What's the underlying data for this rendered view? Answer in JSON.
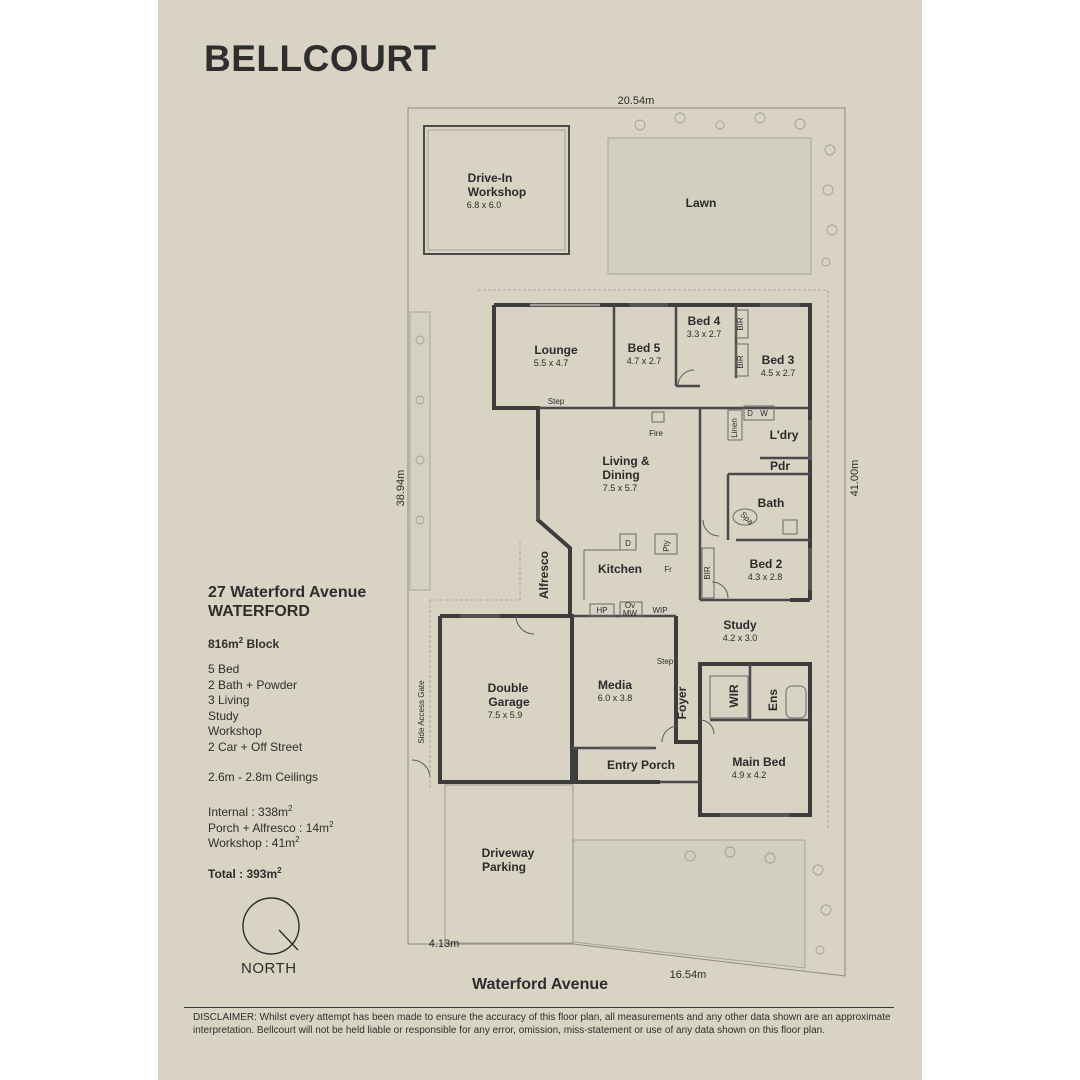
{
  "brand": "BELLCOURT",
  "property": {
    "address_line1": "27 Waterford Avenue",
    "address_line2": "WATERFORD",
    "block_label": "816m",
    "block_sup": "2",
    "block_suffix": " Block",
    "features": [
      "5 Bed",
      "2 Bath + Powder",
      "3 Living",
      "Study",
      "Workshop",
      "2 Car + Off Street"
    ],
    "ceilings": "2.6m - 2.8m Ceilings",
    "areas": [
      {
        "label": "Internal : 338m",
        "sup": "2"
      },
      {
        "label": "Porch + Alfresco : 14m",
        "sup": "2"
      },
      {
        "label": "Workshop : 41m",
        "sup": "2"
      }
    ],
    "total_label": "Total : 393m",
    "total_sup": "2"
  },
  "compass": {
    "label": "NORTH",
    "icon": "north-compass-icon"
  },
  "street": "Waterford Avenue",
  "dimensions": {
    "top": "20.54m",
    "left": "38.94m",
    "right": "41.00m",
    "bottom_left": "4.13m",
    "bottom_right": "16.54m"
  },
  "rooms": {
    "workshop": {
      "name1": "Drive-In",
      "name2": "Workshop",
      "size": "6.8 x 6.0"
    },
    "lawn": {
      "name": "Lawn"
    },
    "lounge": {
      "name": "Lounge",
      "size": "5.5 x 4.7"
    },
    "bed5": {
      "name": "Bed 5",
      "size": "4.7 x 2.7"
    },
    "bed4": {
      "name": "Bed 4",
      "size": "3.3 x 2.7"
    },
    "bed3": {
      "name": "Bed 3",
      "size": "4.5 x 2.7"
    },
    "living": {
      "name1": "Living &",
      "name2": "Dining",
      "size": "7.5 x 5.7"
    },
    "laundry": {
      "name": "L'dry"
    },
    "powder": {
      "name": "Pdr"
    },
    "bath": {
      "name": "Bath"
    },
    "bed2": {
      "name": "Bed 2",
      "size": "4.3 x 2.8"
    },
    "kitchen": {
      "name": "Kitchen"
    },
    "alfresco": {
      "name": "Alfresco"
    },
    "study": {
      "name": "Study",
      "size": "4.2 x 3.0"
    },
    "garage": {
      "name1": "Double",
      "name2": "Garage",
      "size": "7.5 x 5.9"
    },
    "media": {
      "name": "Media",
      "size": "6.0 x 3.8"
    },
    "foyer": {
      "name": "Foyer"
    },
    "wir": {
      "name": "WIR"
    },
    "ensuite": {
      "name": "Ens"
    },
    "main_bed": {
      "name": "Main Bed",
      "size": "4.9 x 4.2"
    },
    "entry_porch": {
      "name": "Entry Porch"
    },
    "driveway": {
      "name1": "Driveway",
      "name2": "Parking"
    }
  },
  "labels": {
    "step": "Step",
    "fire": "Fire",
    "linen": "Linen",
    "bir": "BIR",
    "spa": "Spa",
    "pantry": "Pty",
    "fridge": "Fr",
    "dishwasher": "D",
    "hotplate": "HP",
    "oven_mw1": "Ov",
    "oven_mw2": "MW",
    "wip": "WIP",
    "dryer": "D",
    "washer": "W",
    "side_gate": "Side Access Gate"
  },
  "disclaimer": "DISCLAIMER: Whilst every attempt has been made to ensure the accuracy of this floor plan, all measurements and any other data shown are an approximate interpretation. Bellcourt will not be held liable or responsible for any error, omission, miss-statement or use of any data shown on this floor plan."
}
